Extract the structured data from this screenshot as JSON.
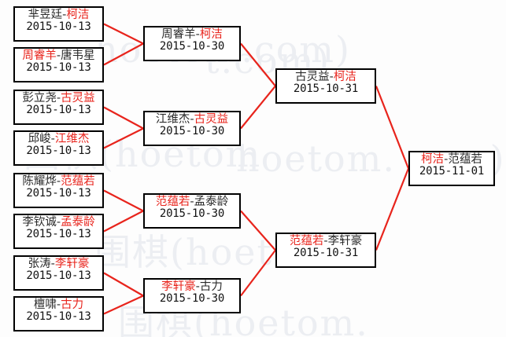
{
  "diagram": {
    "type": "single-elimination-tournament-bracket",
    "title": "",
    "line_color": "#e8241c",
    "box_border_color": "#000000",
    "winner_text_color": "#e8241c",
    "loser_text_color": "#2a2a2a",
    "watermark": {
      "text_a": "hoetom.com)",
      "text_b": "t.com)",
      "text_c": "围棋(hoetom",
      "text_d": "hoetom. com)",
      "text_e": "围棋(hoetom.",
      "text_f": "围棋(hoetom."
    }
  },
  "rounds": [
    {
      "name": "round-1",
      "matches": [
        {
          "id": "r1m1",
          "left": "芈昱廷",
          "right": "柯洁",
          "winner": "right",
          "date": "2015-10-13"
        },
        {
          "id": "r1m2",
          "left": "周睿羊",
          "right": "唐韦星",
          "winner": "left",
          "date": "2015-10-13"
        },
        {
          "id": "r1m3",
          "left": "彭立尧",
          "right": "古灵益",
          "winner": "right",
          "date": "2015-10-13"
        },
        {
          "id": "r1m4",
          "left": "邱峻",
          "right": "江维杰",
          "winner": "right",
          "date": "2015-10-13"
        },
        {
          "id": "r1m5",
          "left": "陈耀烨",
          "right": "范蕴若",
          "winner": "right",
          "date": "2015-10-13"
        },
        {
          "id": "r1m6",
          "left": "李钦诚",
          "right": "孟泰龄",
          "winner": "right",
          "date": "2015-10-13"
        },
        {
          "id": "r1m7",
          "left": "张涛",
          "right": "李轩豪",
          "winner": "right",
          "date": "2015-10-13"
        },
        {
          "id": "r1m8",
          "left": "檀啸",
          "right": "古力",
          "winner": "right",
          "date": "2015-10-13"
        }
      ]
    },
    {
      "name": "round-2",
      "matches": [
        {
          "id": "r2m1",
          "left": "周睿羊",
          "right": "柯洁",
          "winner": "right",
          "date": "2015-10-30"
        },
        {
          "id": "r2m2",
          "left": "江维杰",
          "right": "古灵益",
          "winner": "right",
          "date": "2015-10-30"
        },
        {
          "id": "r2m3",
          "left": "范蕴若",
          "right": "孟泰龄",
          "winner": "left",
          "date": "2015-10-30"
        },
        {
          "id": "r2m4",
          "left": "李轩豪",
          "right": "古力",
          "winner": "left",
          "date": "2015-10-30"
        }
      ]
    },
    {
      "name": "semi-final",
      "matches": [
        {
          "id": "r3m1",
          "left": "古灵益",
          "right": "柯洁",
          "winner": "right",
          "date": "2015-10-31"
        },
        {
          "id": "r3m2",
          "left": "范蕴若",
          "right": "李轩豪",
          "winner": "left",
          "date": "2015-10-31"
        }
      ]
    },
    {
      "name": "final",
      "matches": [
        {
          "id": "r4m1",
          "left": "柯洁",
          "right": "范蕴若",
          "winner": "left",
          "date": "2015-11-01"
        }
      ]
    }
  ]
}
